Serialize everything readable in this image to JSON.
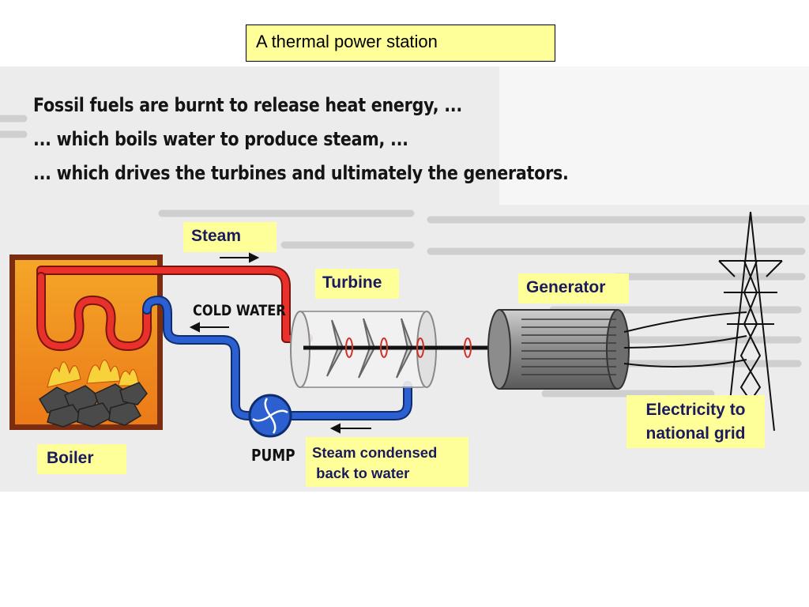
{
  "title": "A  thermal power station",
  "caption_lines": [
    "Fossil fuels are burnt to release heat energy, ...",
    "... which boils water to produce steam, ...",
    "... which drives the turbines and ultimately the generators."
  ],
  "labels": {
    "steam": "Steam",
    "turbine": "Turbine",
    "generator": "Generator",
    "boiler": "Boiler",
    "condensed": "Steam condensed\n back to water",
    "electricity": "Electricity to national grid"
  },
  "diagram_text": {
    "cold_water": "COLD WATER",
    "pump": "PUMP"
  },
  "colors": {
    "label_bg": "#ffff99",
    "hot_pipe": "#e8312a",
    "cold_pipe": "#2c5fd0",
    "boiler_fill": "#f08a1c"
  }
}
